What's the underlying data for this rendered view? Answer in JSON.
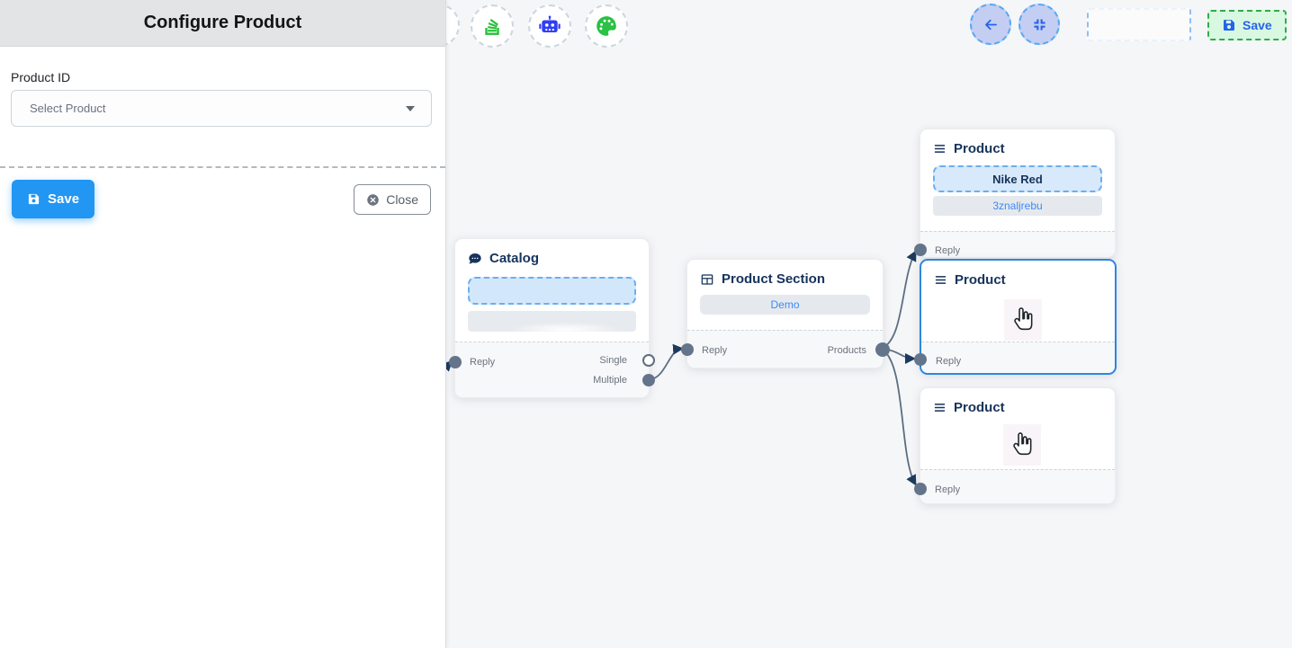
{
  "panel": {
    "title": "Configure Product",
    "product_id_label": "Product ID",
    "select_placeholder": "Select Product",
    "save_label": "Save",
    "close_label": "Close"
  },
  "toolbar": {
    "save_label": "Save"
  },
  "nodes": {
    "catalog": {
      "title": "Catalog",
      "reply": "Reply",
      "single": "Single",
      "multiple": "Multiple"
    },
    "product_section": {
      "title": "Product Section",
      "demo": "Demo",
      "reply": "Reply",
      "products": "Products"
    },
    "product_top": {
      "title": "Product",
      "selected_product": "Nike Red",
      "product_id": "3znaljrebu",
      "reply": "Reply"
    },
    "product_mid": {
      "title": "Product",
      "reply": "Reply"
    },
    "product_bottom": {
      "title": "Product",
      "reply": "Reply"
    }
  },
  "edges": [
    {
      "from": "catalog.multiple",
      "to": "product_section.reply"
    },
    {
      "from": "product_section.products",
      "to": "product_top.reply"
    },
    {
      "from": "product_section.products",
      "to": "product_mid.reply"
    },
    {
      "from": "product_section.products",
      "to": "product_bottom.reply"
    },
    {
      "from": "offscreen-left",
      "to": "catalog.reply"
    }
  ],
  "icons": {
    "stack-icon": "fanned-stacked-lines (green)",
    "robot-icon": "robot-head (blue)",
    "palette-icon": "paint-palette (green)",
    "back-icon": "arrow-left (blue)",
    "compress-icon": "arrows-inward (blue)",
    "save-icon": "floppy-disk",
    "close-icon": "circle-x",
    "catalog-icon": "comment-dots",
    "product-section-icon": "table-grid",
    "product-icon": "hamburger-lines",
    "hand-cursor-icon": "pointer-hand"
  },
  "colors": {
    "primary_blue": "#2196f3",
    "selected_node_border": "#2e86de",
    "canvas_bg": "#f5f6f8",
    "panel_header_bg": "#e3e4e6",
    "save_green_bg": "#d9f8e1",
    "save_green_border": "#2eac4b",
    "link_text_blue": "#3c8af7",
    "node_title": "#16335b",
    "edge_stroke": "#5c6e80",
    "arrowhead": "#1c3a5e"
  }
}
